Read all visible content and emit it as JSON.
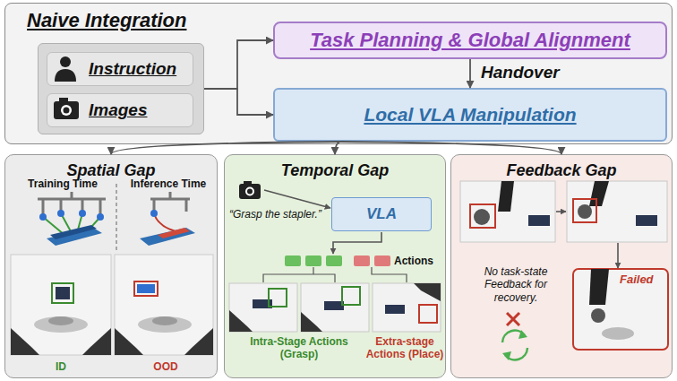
{
  "diagram": {
    "nodes": [
      {
        "text": [
          "Naive Integration"
        ]
      },
      {
        "text": [],
        "in": 0
      },
      {
        "text": [
          "Instruction"
        ],
        "in": 1
      },
      {
        "text": [
          "Images"
        ],
        "in": 1
      },
      {
        "text": [
          "Task Planning & Global Alignment"
        ],
        "in": 0
      },
      {
        "text": [
          "Local VLA Manipulation"
        ],
        "in": 0
      },
      {
        "text": [
          "Spatial Gap"
        ]
      },
      {
        "text": [
          "Temporal Gap"
        ]
      },
      {
        "text": [
          "VLA"
        ],
        "in": 7
      },
      {
        "text": [
          "Feedback Gap"
        ]
      }
    ],
    "edges": [
      {
        "from": 1,
        "to": 4,
        "arrow": "to"
      },
      {
        "from": 1,
        "to": 5,
        "arrow": "to"
      },
      {
        "from": 4,
        "to": 5,
        "label": "Handover",
        "arrow": "to"
      },
      {
        "from": 5,
        "to": 6,
        "arrow": "to"
      },
      {
        "from": 5,
        "to": 7,
        "arrow": "to"
      },
      {
        "from": 5,
        "to": 9,
        "arrow": "to"
      }
    ],
    "labels": [
      "Training Time",
      "Inference Time",
      "ID",
      "OOD",
      "“Grasp the stapler.”",
      "Actions",
      "Intra-Stage Actions (Grasp)",
      "Extra-stage Actions (Place)",
      "No task-state Feedback for recovery.",
      "Failed"
    ]
  }
}
